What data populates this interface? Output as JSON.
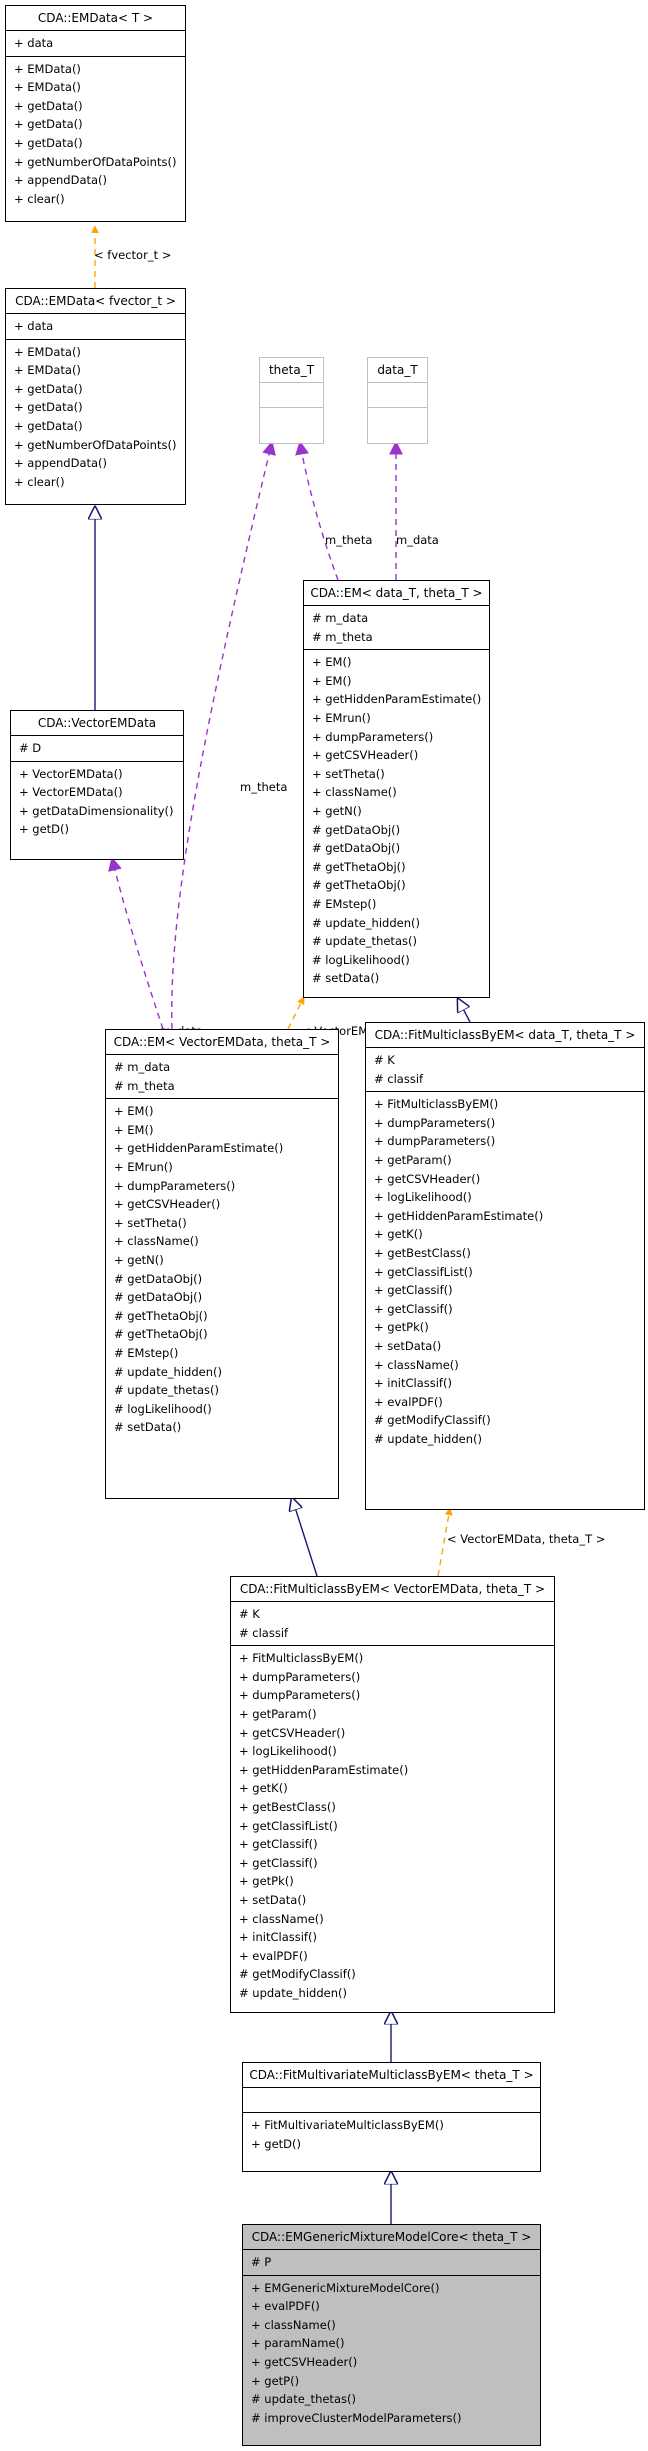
{
  "labels": {
    "fvector_t": "< fvector_t >",
    "m_theta_left": "m_theta",
    "m_theta_right": "m_theta",
    "m_data_right": "m_data",
    "m_data_left": "m_data",
    "vectoremdata_theta_1": "< VectorEMData, theta_T >",
    "vectoremdata_theta_2": "< VectorEMData, theta_T >"
  },
  "boxes": {
    "emdata_t": {
      "title": "CDA::EMData< T >",
      "attributes": [
        "+ data"
      ],
      "methods": [
        "+ EMData()",
        "+ EMData()",
        "+ getData()",
        "+ getData()",
        "+ getData()",
        "+ getNumberOfDataPoints()",
        "+ appendData()",
        "+ clear()"
      ]
    },
    "emdata_fvector": {
      "title": "CDA::EMData< fvector_t >",
      "attributes": [
        "+ data"
      ],
      "methods": [
        "+ EMData()",
        "+ EMData()",
        "+ getData()",
        "+ getData()",
        "+ getData()",
        "+ getNumberOfDataPoints()",
        "+ appendData()",
        "+ clear()"
      ]
    },
    "theta_t": {
      "title": "theta_T",
      "attributes": [],
      "methods": []
    },
    "data_t": {
      "title": "data_T",
      "attributes": [],
      "methods": []
    },
    "em_generic": {
      "title": "CDA::EM< data_T, theta_T >",
      "attributes": [
        "# m_data",
        "# m_theta"
      ],
      "methods": [
        "+ EM()",
        "+ EM()",
        "+ getHiddenParamEstimate()",
        "+ EMrun()",
        "+ dumpParameters()",
        "+ getCSVHeader()",
        "+ setTheta()",
        "+ className()",
        "+ getN()",
        "# getDataObj()",
        "# getDataObj()",
        "# getThetaObj()",
        "# getThetaObj()",
        "# EMstep()",
        "# update_hidden()",
        "# update_thetas()",
        "# logLikelihood()",
        "# setData()"
      ]
    },
    "vectoremdata": {
      "title": "CDA::VectorEMData",
      "attributes": [
        "# D"
      ],
      "methods": [
        "+ VectorEMData()",
        "+ VectorEMData()",
        "+ getDataDimensionality()",
        "+ getD()"
      ]
    },
    "em_vector": {
      "title": "CDA::EM< VectorEMData, theta_T >",
      "attributes": [
        "# m_data",
        "# m_theta"
      ],
      "methods": [
        "+ EM()",
        "+ EM()",
        "+ getHiddenParamEstimate()",
        "+ EMrun()",
        "+ dumpParameters()",
        "+ getCSVHeader()",
        "+ setTheta()",
        "+ className()",
        "+ getN()",
        "# getDataObj()",
        "# getDataObj()",
        "# getThetaObj()",
        "# getThetaObj()",
        "# EMstep()",
        "# update_hidden()",
        "# update_thetas()",
        "# logLikelihood()",
        "# setData()"
      ]
    },
    "fitmc_generic": {
      "title": "CDA::FitMulticlassByEM< data_T, theta_T >",
      "attributes": [
        "# K",
        "# classif"
      ],
      "methods": [
        "+ FitMulticlassByEM()",
        "+ dumpParameters()",
        "+ dumpParameters()",
        "+ getParam()",
        "+ getCSVHeader()",
        "+ logLikelihood()",
        "+ getHiddenParamEstimate()",
        "+ getK()",
        "+ getBestClass()",
        "+ getClassifList()",
        "+ getClassif()",
        "+ getClassif()",
        "+ getPk()",
        "+ setData()",
        "+ className()",
        "+ initClassif()",
        "+ evalPDF()",
        "# getModifyClassif()",
        "# update_hidden()"
      ]
    },
    "fitmc_vector": {
      "title": "CDA::FitMulticlassByEM< VectorEMData, theta_T >",
      "attributes": [
        "# K",
        "# classif"
      ],
      "methods": [
        "+ FitMulticlassByEM()",
        "+ dumpParameters()",
        "+ dumpParameters()",
        "+ getParam()",
        "+ getCSVHeader()",
        "+ logLikelihood()",
        "+ getHiddenParamEstimate()",
        "+ getK()",
        "+ getBestClass()",
        "+ getClassifList()",
        "+ getClassif()",
        "+ getClassif()",
        "+ getPk()",
        "+ setData()",
        "+ className()",
        "+ initClassif()",
        "+ evalPDF()",
        "# getModifyClassif()",
        "# update_hidden()"
      ]
    },
    "fitmv": {
      "title": "CDA::FitMultivariateMulticlassByEM< theta_T >",
      "attributes": [],
      "methods": [
        "+ FitMultivariateMulticlassByEM()",
        "+ getD()"
      ]
    },
    "core": {
      "title": "CDA::EMGenericMixtureModelCore< theta_T >",
      "attributes": [
        "# P"
      ],
      "methods": [
        "+ EMGenericMixtureModelCore()",
        "+ evalPDF()",
        "+ className()",
        "+ paramName()",
        "+ getCSVHeader()",
        "+ getP()",
        "# update_thetas()",
        "# improveClusterModelParameters()"
      ]
    }
  },
  "colors": {
    "inheritance": "#191970",
    "template_instantiation": "#ffa500",
    "usage": "#9a32cd",
    "highlight_fill": "#bfbfbf",
    "dim_border": "#bfbfbf"
  }
}
